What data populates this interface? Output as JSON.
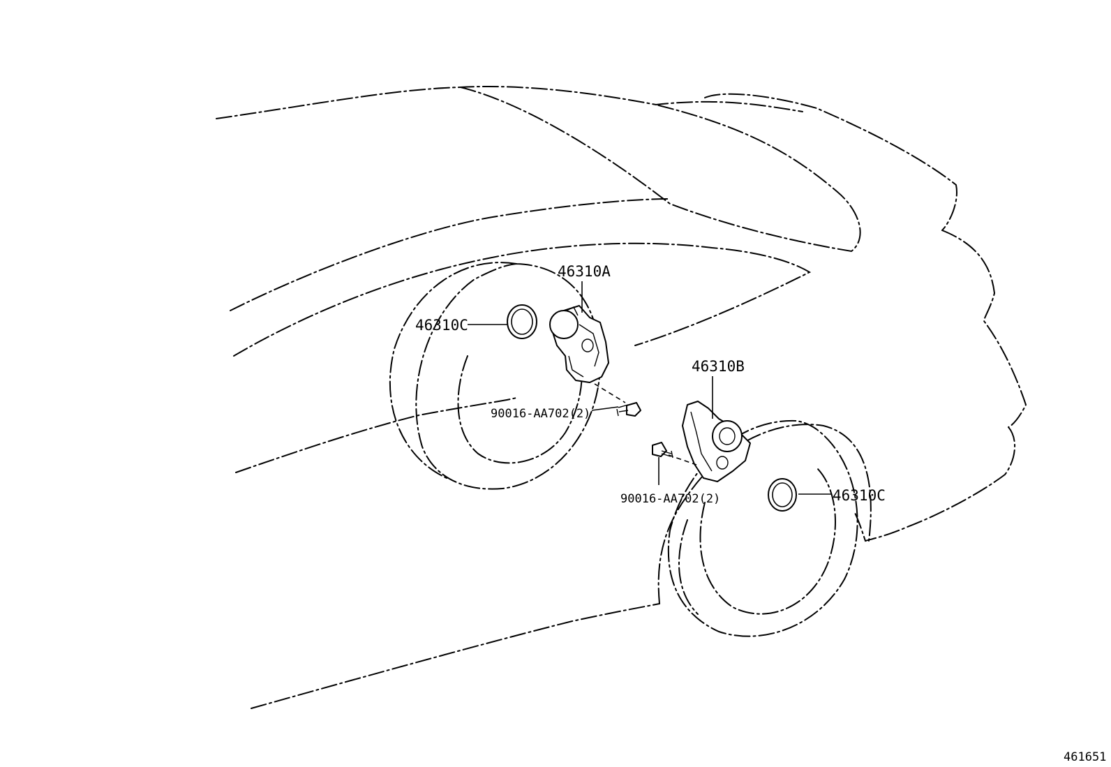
{
  "callouts": {
    "actuator_a": "46310A",
    "actuator_b": "46310B",
    "seal_left": "46310C",
    "seal_right": "46310C",
    "bolt_left": "90016-AA702(2)",
    "bolt_right": "90016-AA702(2)"
  },
  "figure_number": "461651"
}
